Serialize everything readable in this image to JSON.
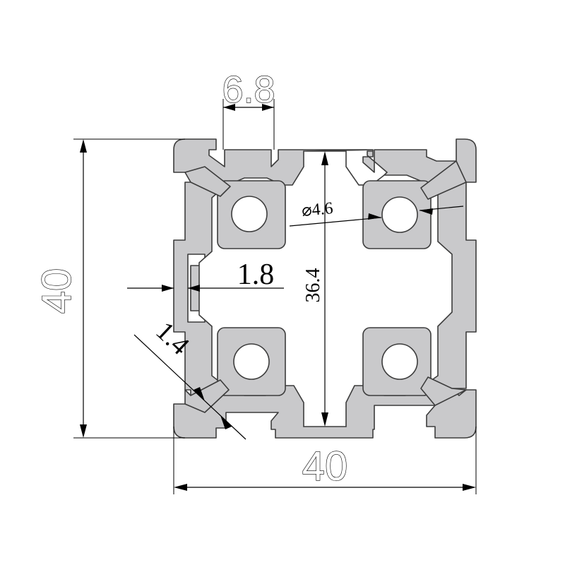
{
  "diagram": {
    "dimensions": {
      "height_overall": "40",
      "width_overall": "40",
      "slot_opening": "6.8",
      "wall_thickness": "1.8",
      "corner_thickness": "1.4",
      "inner_span": "36.4",
      "hole_diameter": "⌀4.6"
    },
    "colors": {
      "profile_fill": "#c9c9cb",
      "outline": "#3c3c3c",
      "dimension_lines": "#000000",
      "background": "#ffffff"
    }
  }
}
